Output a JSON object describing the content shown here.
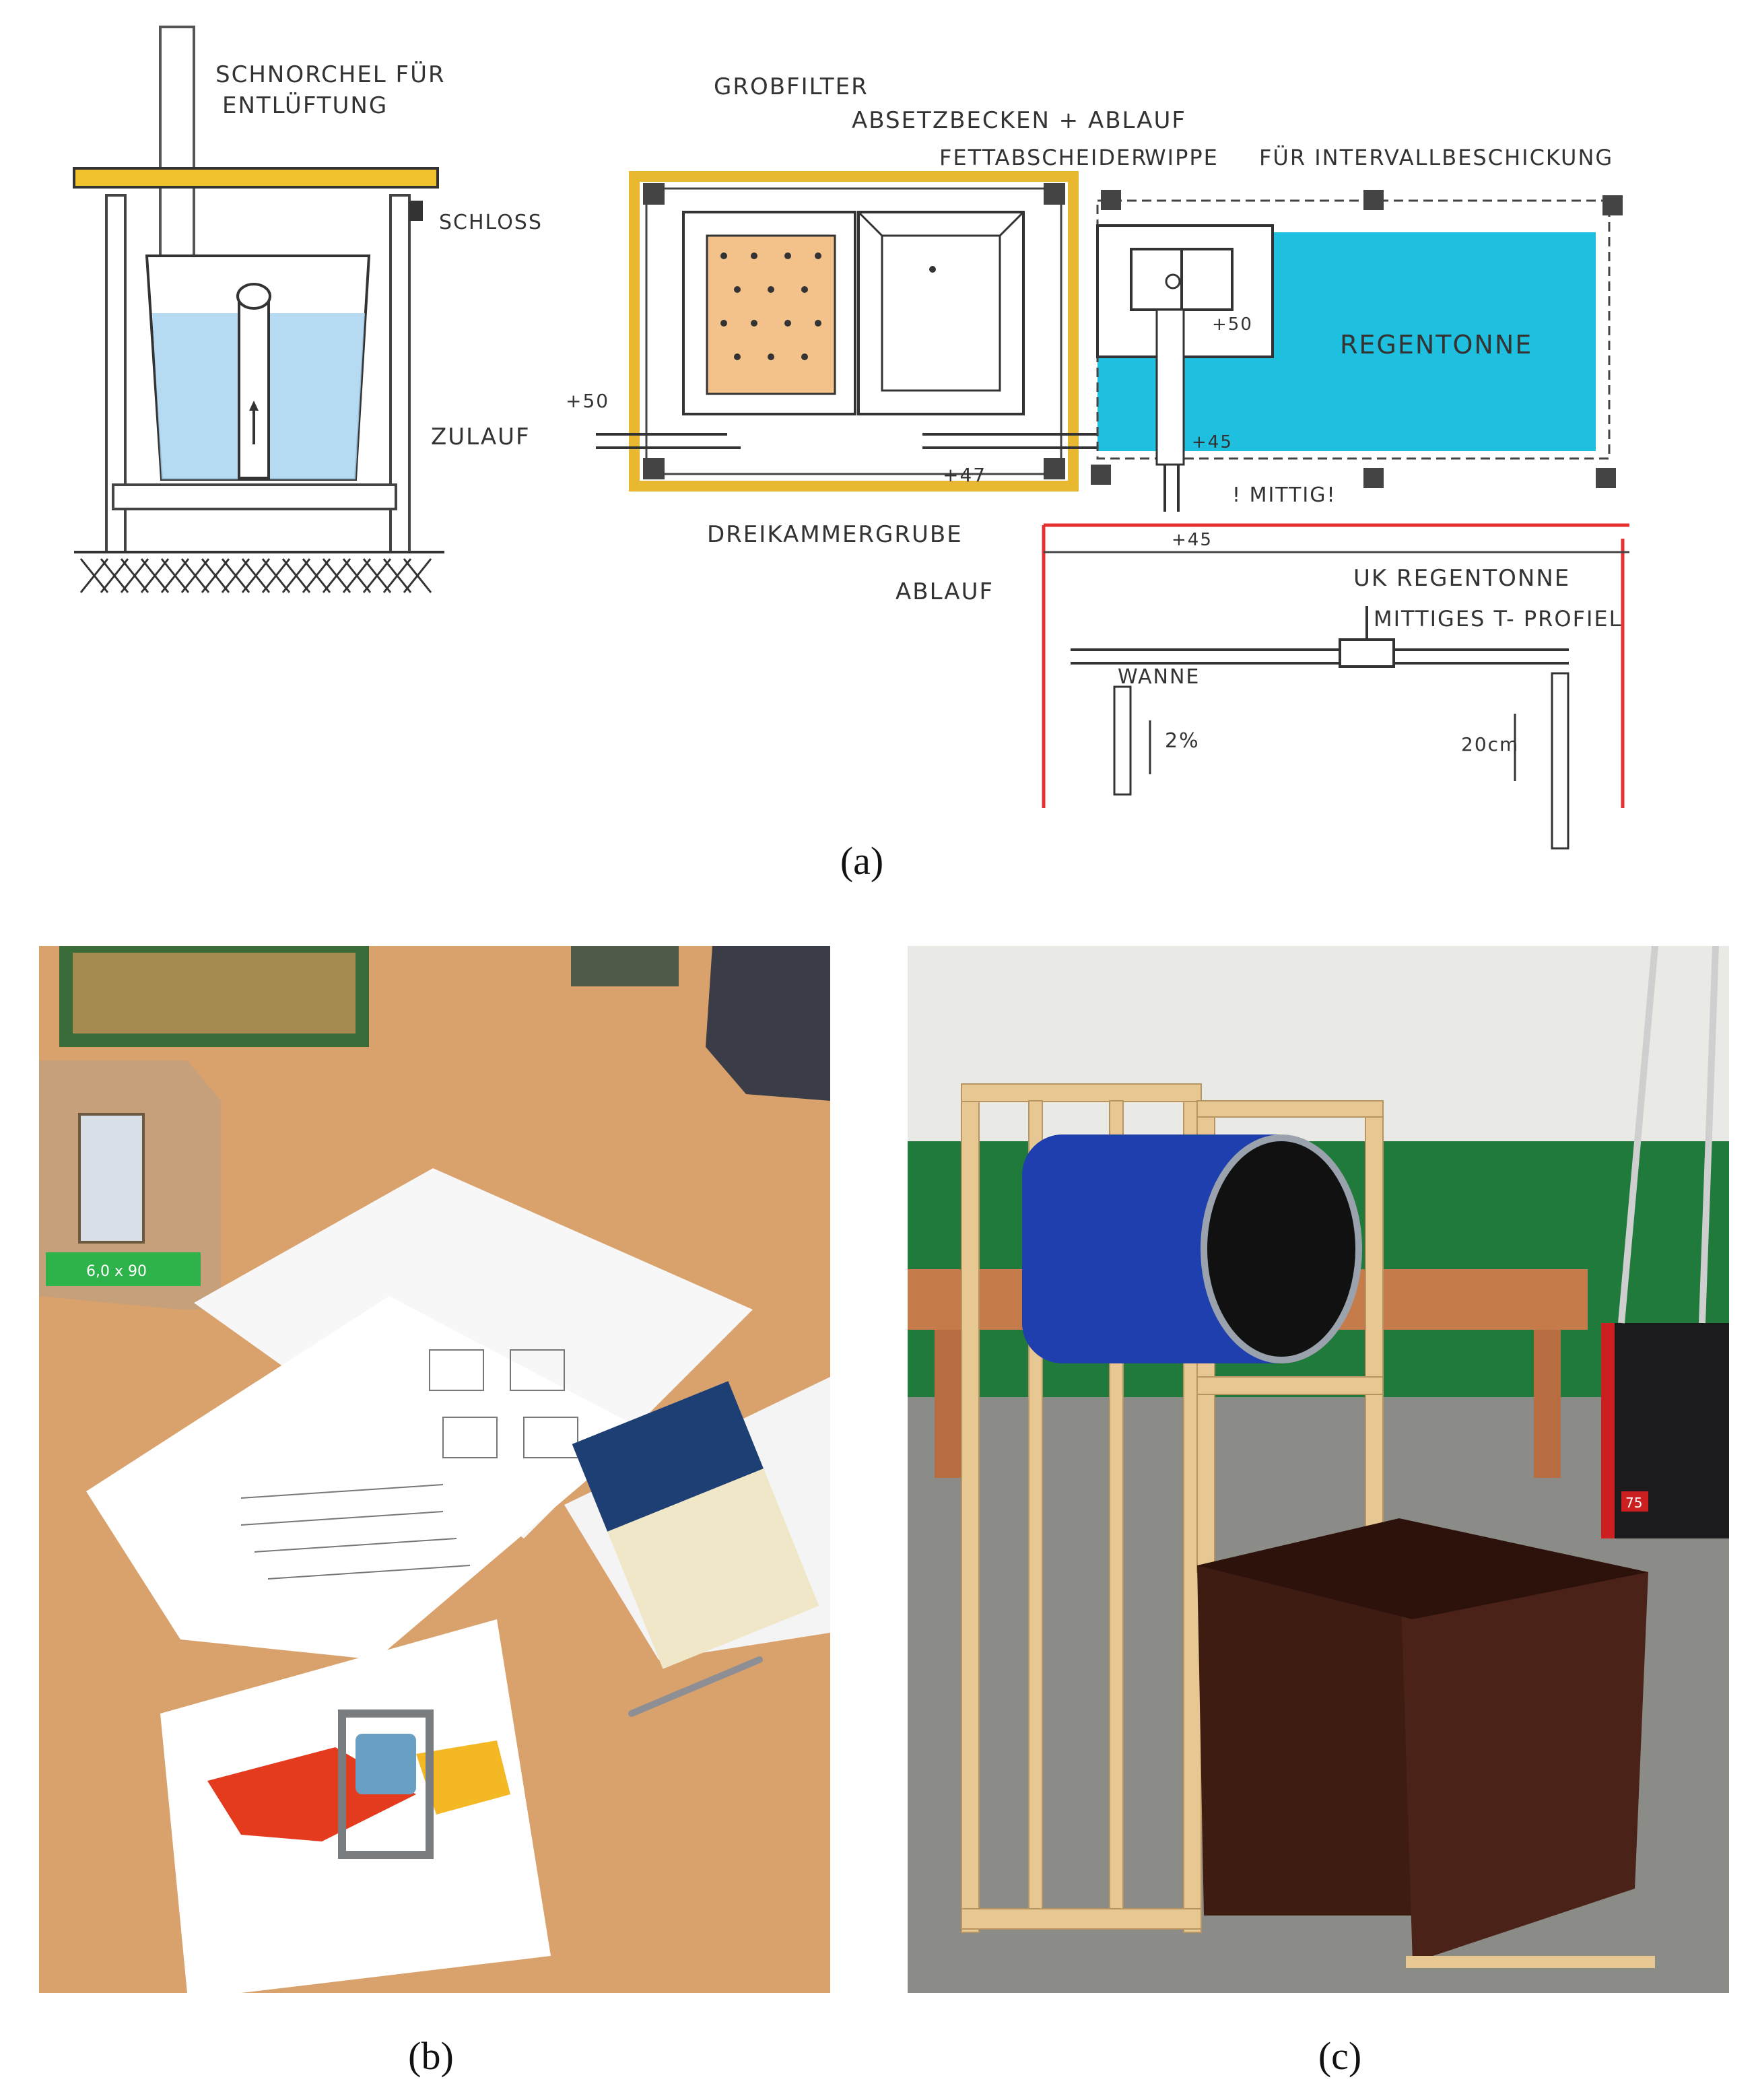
{
  "figure": {
    "panels": [
      {
        "id": "a",
        "caption": "(a)"
      },
      {
        "id": "b",
        "caption": "(b)"
      },
      {
        "id": "c",
        "caption": "(c)"
      }
    ]
  },
  "sketch": {
    "schnorchel_line1": "SCHNORCHEL FÜR",
    "schnorchel_line2": "ENTLÜFTUNG",
    "schloss": "SCHLOSS",
    "zulauf": "ZULAUF",
    "plus50_left": "+50",
    "grobfilter": "GROBFILTER",
    "absetzbecken": "ABSETZBECKEN + ABLAUF",
    "fettabscheider": "FETTABSCHEIDER",
    "wippe": "WIPPE",
    "fuer_intervall": "FÜR INTERVALLBESCHICKUNG",
    "regentonne": "REGENTONNE",
    "plus50_right": "+50",
    "plus45_a": "+45",
    "plus47": "+47",
    "mittig": "! MITTIG!",
    "plus45_b": "+45",
    "dreikammergrube": "DREIKAMMERGRUBE",
    "ablauf": "ABLAUF",
    "uk_regentonne": "UK REGENTONNE",
    "mittiges_profil": "MITTIGES T- PROFIEL",
    "wanne": "WANNE",
    "gefaelle": "2%",
    "hoehe": "20cm"
  },
  "photo_b": {
    "screw_box_label": "6,0 x 90"
  },
  "photo_c": {
    "cabinet_badge": "75"
  },
  "colors": {
    "regentonne_fill": "#1fbfe0",
    "grube_outline": "#e8b830",
    "grobfilter_fill": "#f2c28a",
    "red_line": "#e53030",
    "water_blue": "#a9d3ef",
    "barrel_blue": "#1f3fae",
    "table_wood": "#d9a16b",
    "box_brown": "#3e1c12",
    "wall_green": "#1f7a3c"
  }
}
